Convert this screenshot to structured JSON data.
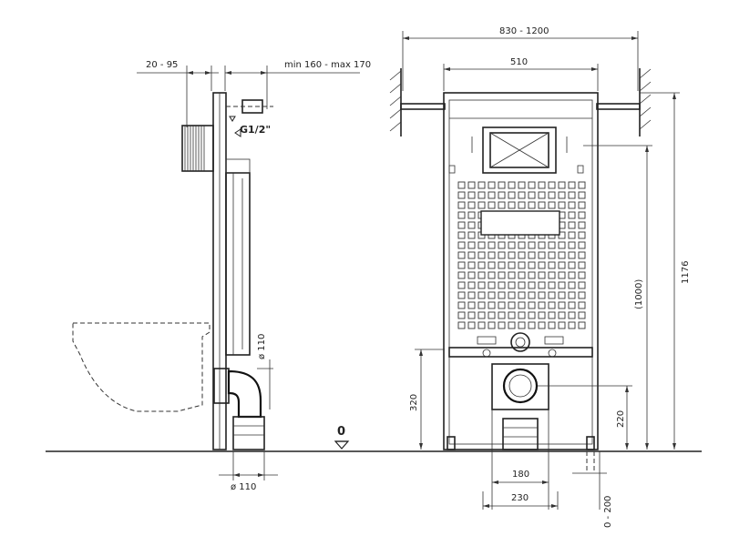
{
  "side_view": {
    "dim_offset": "20 - 95",
    "dim_depth": "min 160 - max 170",
    "thread": "G1/2\"",
    "pipe_dia_top": "ø 110",
    "pipe_dia_bottom": "ø 110"
  },
  "front_view": {
    "dim_mount_width": "830 - 1200",
    "dim_frame_width": "510",
    "dim_total_height": "1176",
    "dim_frame_height": "(1000)",
    "dim_inlet_height": "320",
    "dim_outlet_height": "220",
    "dim_foot_adjust": "0 - 200",
    "dim_inner_width": "180",
    "dim_outer_width": "230"
  },
  "floor": {
    "level_label": "0"
  }
}
